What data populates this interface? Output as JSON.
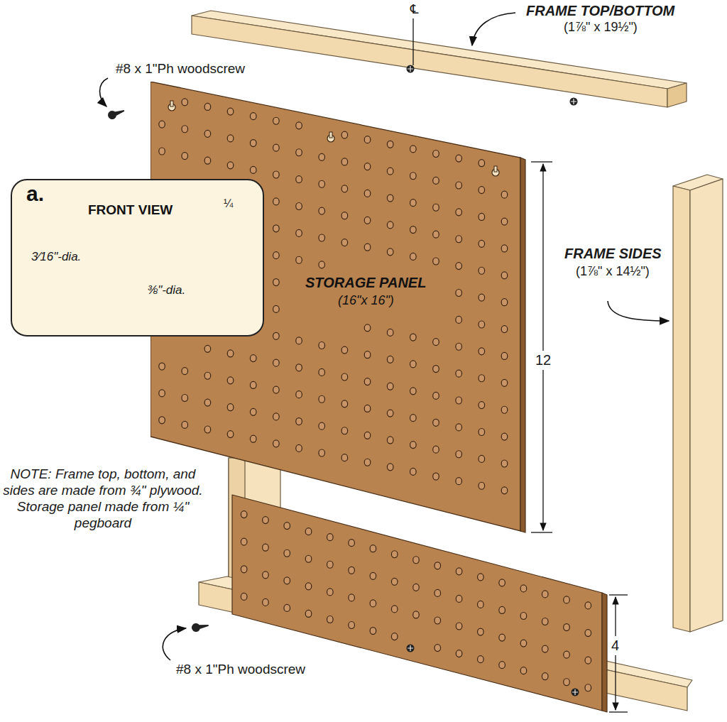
{
  "diagram": {
    "nodes": [
      {
        "text": [
          "STORAGE PANEL",
          "(16\"x 16\")"
        ]
      },
      {
        "text": [
          "a.",
          "FRONT VIEW"
        ]
      }
    ],
    "labels": [
      "℄",
      "FRAME TOP/BOTTOM",
      "(1⅞\" x 19½\")",
      "#8 x 1\"Ph woodscrew",
      "¼",
      "3⁄16\"-dia.",
      "⅜\"-dia.",
      "FRAME SIDES",
      "(1⅞\" x 14½\")",
      "12",
      "NOTE: Frame top, bottom, and sides are made from ¾\" plywood. Storage panel made from ¼\" pegboard",
      "4",
      "#8 x 1\"Ph woodscrew"
    ]
  }
}
